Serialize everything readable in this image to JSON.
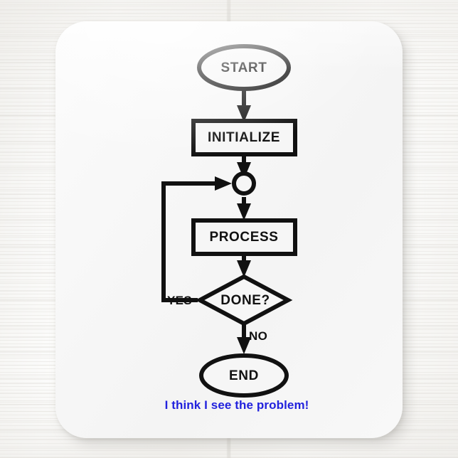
{
  "scene": {
    "title": "Flowchart mouse pad on white wood desk",
    "background_color": "#fbfbfa",
    "pad_color": "#f6f6f6"
  },
  "flowchart": {
    "title": "Infinite loop flowchart",
    "stroke_color": "#111111",
    "caption": {
      "text": "I think I see the problem!",
      "color": "#2222dd"
    },
    "nodes": [
      {
        "id": "start",
        "type": "terminator",
        "label": "START"
      },
      {
        "id": "initialize",
        "type": "process",
        "label": "INITIALIZE"
      },
      {
        "id": "junction",
        "type": "connector",
        "label": ""
      },
      {
        "id": "process",
        "type": "process",
        "label": "PROCESS"
      },
      {
        "id": "done",
        "type": "decision",
        "label": "DONE?"
      },
      {
        "id": "end",
        "type": "terminator",
        "label": "END"
      }
    ],
    "edges": [
      {
        "from": "start",
        "to": "initialize",
        "label": ""
      },
      {
        "from": "initialize",
        "to": "junction",
        "label": ""
      },
      {
        "from": "junction",
        "to": "process",
        "label": ""
      },
      {
        "from": "process",
        "to": "done",
        "label": ""
      },
      {
        "from": "done",
        "to": "junction",
        "label": "YES"
      },
      {
        "from": "done",
        "to": "end",
        "label": "NO"
      }
    ]
  }
}
